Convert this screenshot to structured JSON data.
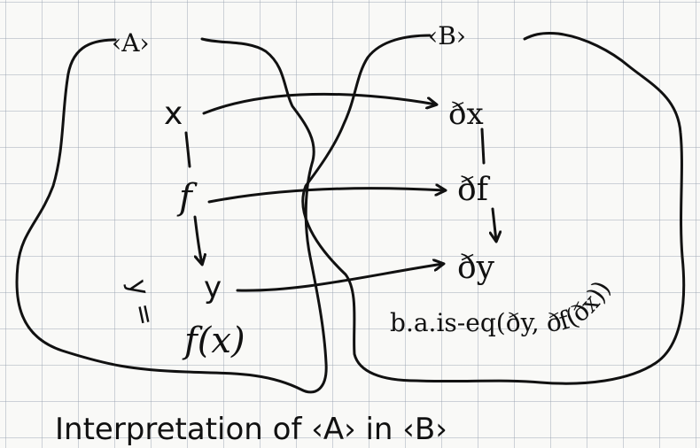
{
  "diagram": {
    "set_a": {
      "label": "‹A›"
    },
    "set_b": {
      "label": "‹B›"
    },
    "left_nodes": {
      "x": "x",
      "f": "f",
      "y": "y",
      "y_eq_prefix": "y =",
      "fx": "f(x)"
    },
    "right_nodes": {
      "ix": "ðx",
      "if": "ðf",
      "iy": "ðy",
      "condition": "b.a.is-eq(ðy, ðf(ðx))"
    },
    "caption": "Interpretation of ‹A› in ‹B›"
  }
}
